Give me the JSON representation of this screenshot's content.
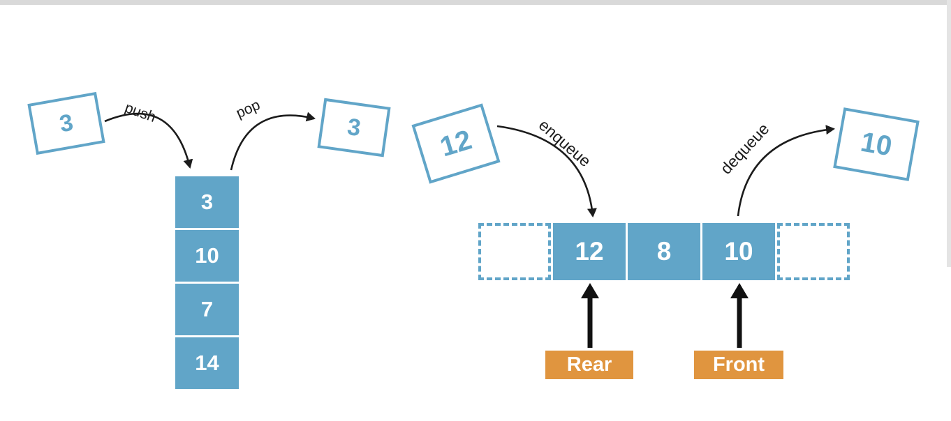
{
  "colors": {
    "box_blue": "#61a5c8",
    "badge_orange": "#e0953f",
    "arrow_black": "#1c1c1c",
    "background": "#ffffff"
  },
  "stack": {
    "incoming_value": "3",
    "push_label": "push",
    "pop_label": "pop",
    "outgoing_value": "3",
    "cells": [
      "3",
      "10",
      "7",
      "14"
    ]
  },
  "queue": {
    "incoming_value": "12",
    "enqueue_label": "enqueue",
    "dequeue_label": "dequeue",
    "outgoing_value": "10",
    "cells": [
      "12",
      "8",
      "10"
    ],
    "rear_label": "Rear",
    "front_label": "Front"
  }
}
